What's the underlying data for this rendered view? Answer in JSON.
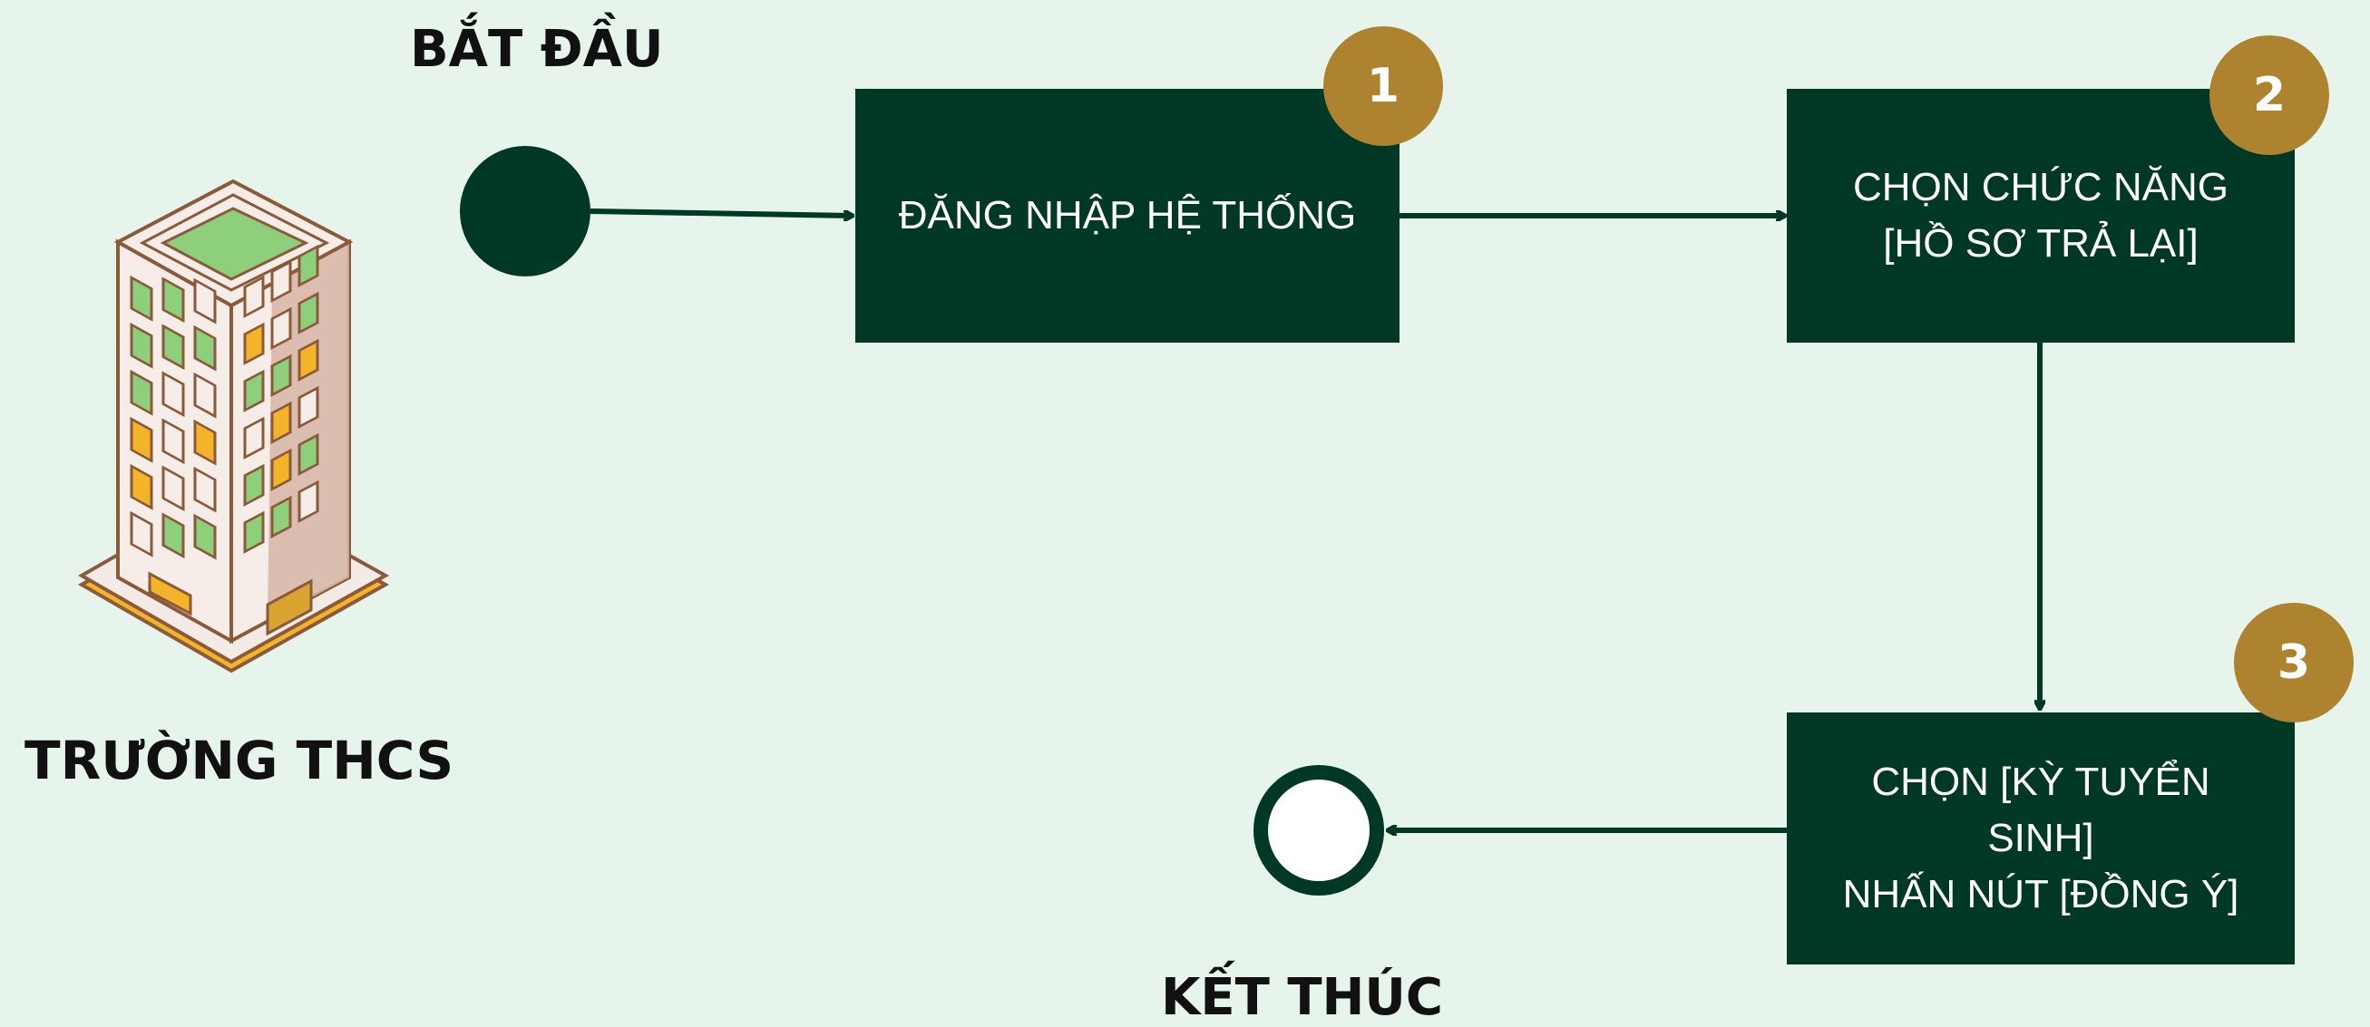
{
  "diagram": {
    "start_label": "BẮT ĐẦU",
    "end_label": "KẾT THÚC",
    "actor_label": "TRƯỜNG THCS",
    "actor_icon": "school-building-icon",
    "colors": {
      "background": "#e6f4ec",
      "node": "#003826",
      "badge": "#ad8330",
      "badge_text": "#ffffff"
    },
    "steps": [
      {
        "number": "1",
        "text": "ĐĂNG NHẬP HỆ THỐNG"
      },
      {
        "number": "2",
        "text": "CHỌN CHỨC NĂNG\n[HỒ SƠ TRẢ LẠI]"
      },
      {
        "number": "3",
        "text": "CHỌN [KỲ TUYỂN\nSINH]\nNHẤN NÚT [ĐỒNG Ý]"
      }
    ]
  }
}
